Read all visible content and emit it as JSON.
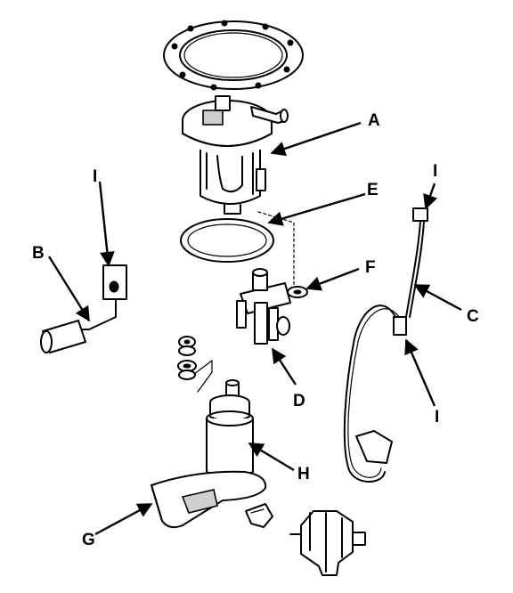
{
  "callouts": {
    "A": "A",
    "B": "B",
    "C": "C",
    "D": "D",
    "E": "E",
    "F": "F",
    "G": "G",
    "H": "H",
    "I_left": "I",
    "I_top_right": "I",
    "I_bottom_right": "I"
  }
}
